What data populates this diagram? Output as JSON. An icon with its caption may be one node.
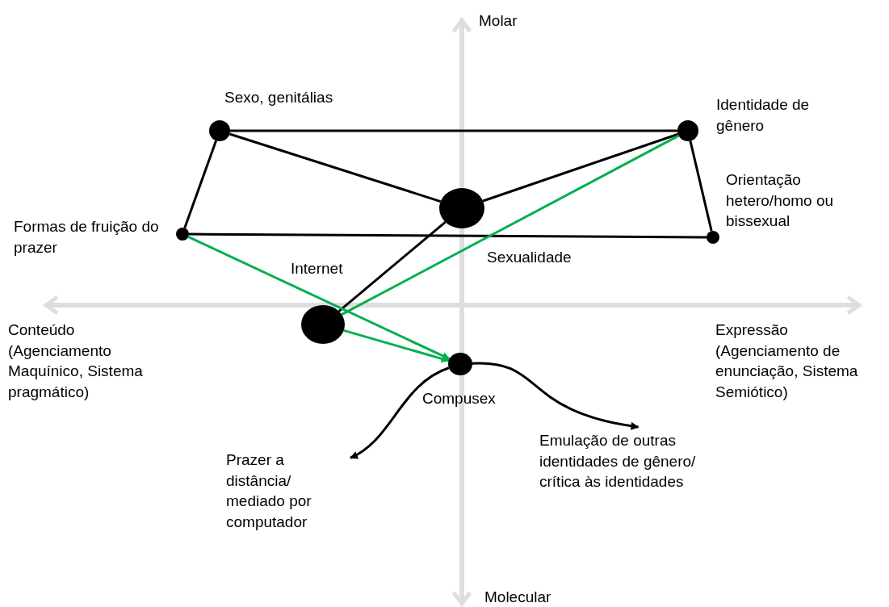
{
  "diagram": {
    "nodes": [
      {
        "text": [],
        "shape": "circle",
        "beside": [
          "Sexo, genitálias"
        ]
      },
      {
        "text": [],
        "shape": "circle",
        "beside": [
          "Identidade de gênero"
        ]
      },
      {
        "text": [],
        "shape": "circle",
        "beside": [
          "Orientação hetero/homo ou bissexual"
        ]
      },
      {
        "text": [],
        "shape": "circle",
        "beside": [
          "Formas de fruição do prazer"
        ]
      },
      {
        "text": [],
        "shape": "circle",
        "beside": [
          "Sexualidade"
        ]
      },
      {
        "text": [],
        "shape": "circle",
        "beside": [
          "Internet"
        ]
      },
      {
        "text": [],
        "shape": "circle",
        "beside": [
          "Compusex"
        ]
      },
      {
        "text": [
          "Prazer a distância/ mediado por computador"
        ]
      },
      {
        "text": [
          "Emulação de outras identidades de gênero/ crítica às identidades"
        ]
      }
    ],
    "edges": [
      {
        "from": 0,
        "to": 1,
        "arrow": "none"
      },
      {
        "from": 0,
        "to": 3,
        "arrow": "none"
      },
      {
        "from": 0,
        "to": 4,
        "arrow": "none"
      },
      {
        "from": 4,
        "to": 1,
        "arrow": "none"
      },
      {
        "from": 3,
        "to": 2,
        "arrow": "none"
      },
      {
        "from": 1,
        "to": 2,
        "arrow": "none"
      },
      {
        "from": 4,
        "to": 5,
        "arrow": "none"
      },
      {
        "from": 5,
        "to": 1,
        "arrow": "none",
        "color": "#00b050"
      },
      {
        "from": 3,
        "to": 6,
        "arrow": "to",
        "color": "#00b050"
      },
      {
        "from": 5,
        "to": 6,
        "arrow": "to",
        "color": "#00b050"
      },
      {
        "from": 6,
        "to": 7,
        "arrow": "to"
      },
      {
        "from": 6,
        "to": 8,
        "arrow": "to"
      }
    ],
    "labels": [
      "Molar",
      "Conteúdo (Agenciamento Maquínico, Sistema pragmático)",
      "Expressão (Agenciamento de enunciação, Sistema Semiótico)",
      "Molecular"
    ]
  }
}
